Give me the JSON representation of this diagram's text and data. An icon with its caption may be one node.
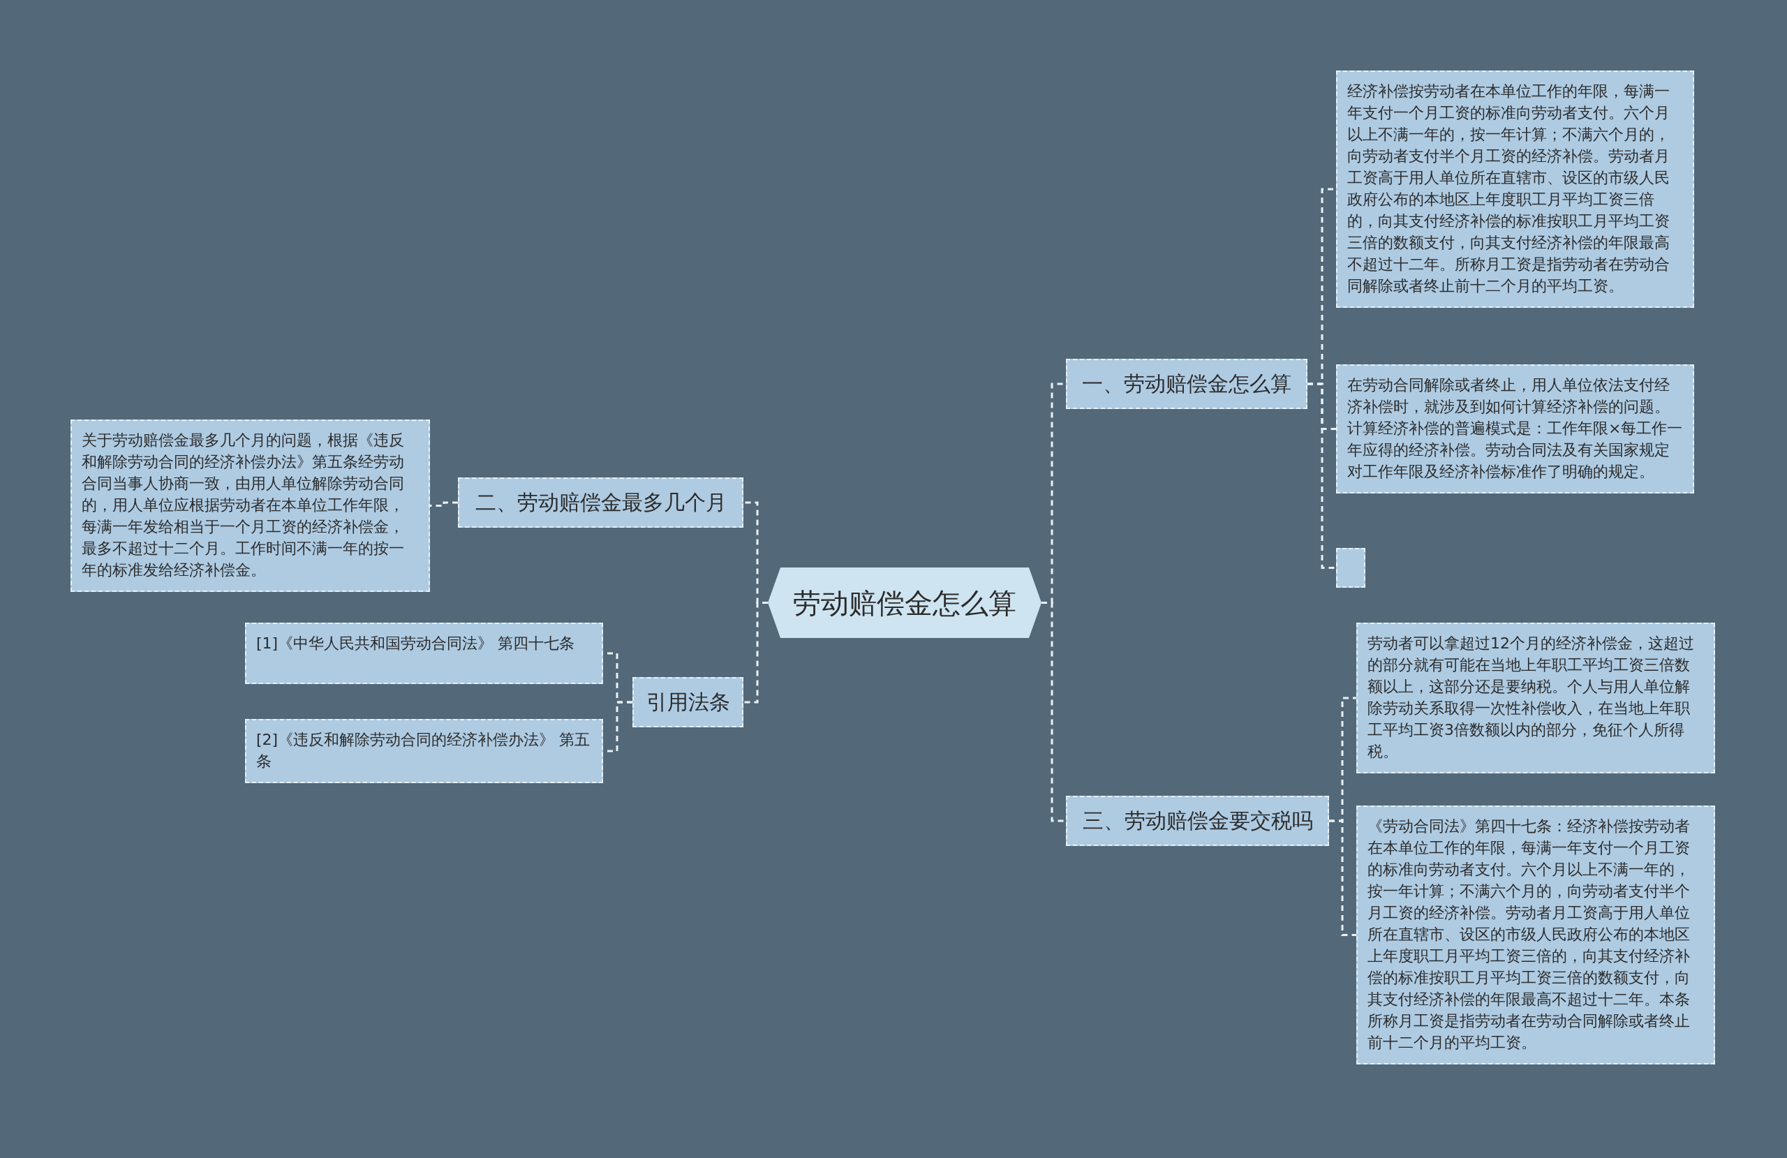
{
  "diagram": {
    "nodes": [
      {
        "text": [
          "劳动赔偿金怎么算"
        ]
      },
      {
        "text": [
          "一、劳动赔偿金怎么算"
        ]
      },
      {
        "text": [
          "经济补偿按劳动者在本单位工作的年限，每满一年支付一个月工资的标准向劳动者支付。六个月以上不满一年的，按一年计算；不满六个月的，向劳动者支付半个月工资的经济补偿。劳动者月工资高于用人单位所在直辖市、设区的市级人民政府公布的本地区上年度职工月平均工资三倍的，向其支付经济补偿的标准按职工月平均工资三倍的数额支付，向其支付经济补偿的年限最高不超过十二年。所称月工资是指劳动者在劳动合同解除或者终止前十二个月的平均工资。"
        ]
      },
      {
        "text": [
          "在劳动合同解除或者终止，用人单位依法支付经济补偿时，就涉及到如何计算经济补偿的问题。计算经济补偿的普遍模式是：工作年限×每工作一年应得的经济补偿。劳动合同法及有关国家规定对工作年限及经济补偿标准作了明确的规定。"
        ]
      },
      {
        "text": [],
        "shape": "box"
      },
      {
        "text": [
          "二、劳动赔偿金最多几个月"
        ]
      },
      {
        "text": [
          "关于劳动赔偿金最多几个月的问题，根据《违反和解除劳动合同的经济补偿办法》第五条经劳动合同当事人协商一致，由用人单位解除劳动合同的，用人单位应根据劳动者在本单位工作年限，每满一年发给相当于一个月工资的经济补偿金，最多不超过十二个月。工作时间不满一年的按一年的标准发给经济补偿金。"
        ]
      },
      {
        "text": [
          "三、劳动赔偿金要交税吗"
        ]
      },
      {
        "text": [
          "劳动者可以拿超过12个月的经济补偿金，这超过的部分就有可能在当地上年职工平均工资三倍数额以上，这部分还是要纳税。个人与用人单位解除劳动关系取得一次性补偿收入，在当地上年职工平均工资3倍数额以内的部分，免征个人所得税。"
        ]
      },
      {
        "text": [
          "《劳动合同法》第四十七条：经济补偿按劳动者在本单位工作的年限，每满一年支付一个月工资的标准向劳动者支付。六个月以上不满一年的，按一年计算；不满六个月的，向劳动者支付半个月工资的经济补偿。劳动者月工资高于用人单位所在直辖市、设区的市级人民政府公布的本地区上年度职工月平均工资三倍的，向其支付经济补偿的标准按职工月平均工资三倍的数额支付，向其支付经济补偿的年限最高不超过十二年。本条所称月工资是指劳动者在劳动合同解除或者终止前十二个月的平均工资。"
        ]
      },
      {
        "text": [
          "引用法条"
        ]
      },
      {
        "text": [
          "[1]《中华人民共和国劳动合同法》 第四十七条"
        ]
      },
      {
        "text": [
          "[2]《违反和解除劳动合同的经济补偿办法》 第五条"
        ]
      }
    ],
    "edges": [
      {
        "from": 0,
        "to": 1,
        "arrow": "none"
      },
      {
        "from": 1,
        "to": 2,
        "arrow": "none"
      },
      {
        "from": 1,
        "to": 3,
        "arrow": "none"
      },
      {
        "from": 1,
        "to": 4,
        "arrow": "none"
      },
      {
        "from": 0,
        "to": 5,
        "arrow": "none"
      },
      {
        "from": 5,
        "to": 6,
        "arrow": "none"
      },
      {
        "from": 0,
        "to": 7,
        "arrow": "none"
      },
      {
        "from": 7,
        "to": 8,
        "arrow": "none"
      },
      {
        "from": 7,
        "to": 9,
        "arrow": "none"
      },
      {
        "from": 0,
        "to": 10,
        "arrow": "none"
      },
      {
        "from": 10,
        "to": 11,
        "arrow": "none"
      },
      {
        "from": 10,
        "to": 12,
        "arrow": "none"
      }
    ]
  }
}
